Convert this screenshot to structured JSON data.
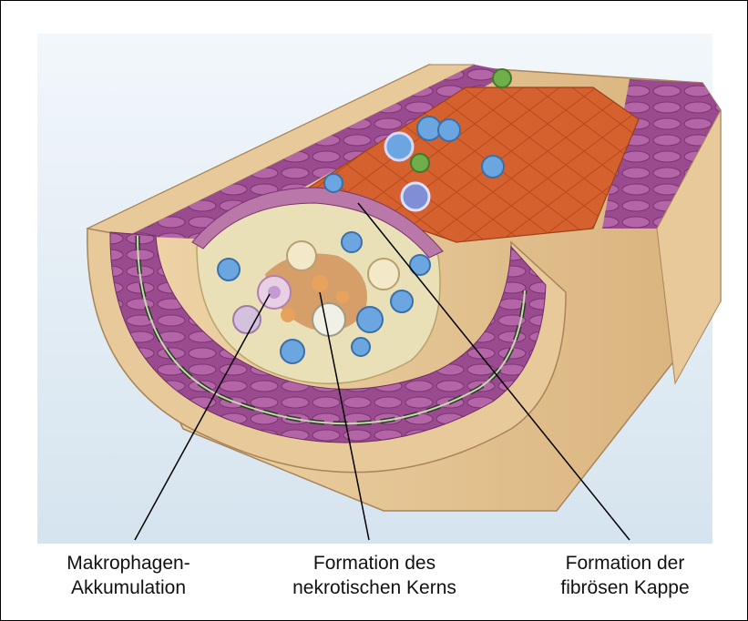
{
  "labels": {
    "macrophage_accumulation": {
      "line1": "Makrophagen-",
      "line2": "Akkumulation"
    },
    "necrotic_core": {
      "line1": "Formation des",
      "line2": "nekrotischen Kerns"
    },
    "fibrous_cap": {
      "line1": "Formation der",
      "line2": "fibrösen Kappe"
    }
  },
  "colors": {
    "adventitia": "#e8c99a",
    "media": "#9c4f91",
    "intima": "#c8d8b0",
    "lumen": "#d35f2c",
    "monocyte": "#6ba6e0",
    "green_cell": "#6fae4a",
    "leader_line": "#000000"
  }
}
